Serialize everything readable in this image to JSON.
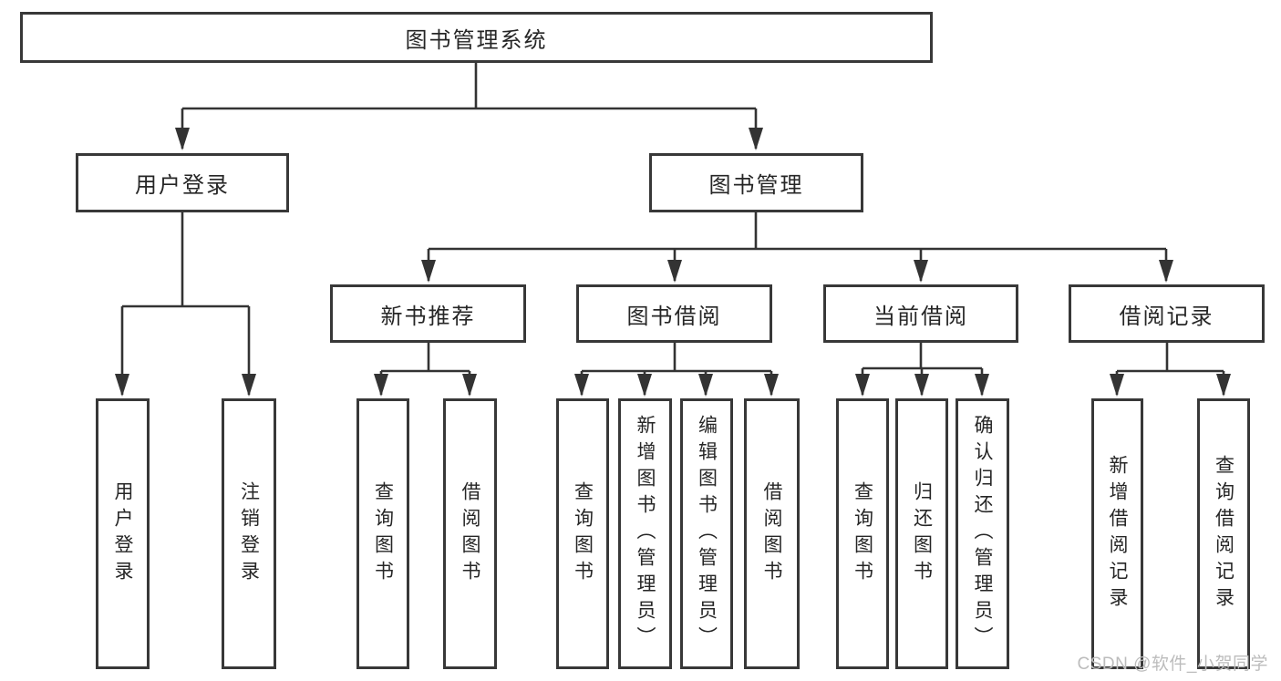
{
  "colors": {
    "line": "#333333",
    "border": "#383838",
    "text": "#262626",
    "watermark": "#bcbcbc",
    "background": "#ffffff"
  },
  "watermark": "CSDN @软件_小贺同学",
  "tree": {
    "label": "图书管理系统",
    "children": [
      {
        "label": "用户登录",
        "children": [
          {
            "label": "用户登录"
          },
          {
            "label": "注销登录"
          }
        ]
      },
      {
        "label": "图书管理",
        "children": [
          {
            "label": "新书推荐",
            "children": [
              {
                "label": "查询图书"
              },
              {
                "label": "借阅图书"
              }
            ]
          },
          {
            "label": "图书借阅",
            "children": [
              {
                "label": "查询图书"
              },
              {
                "label": "新增图书（管理员）"
              },
              {
                "label": "编辑图书（管理员）"
              },
              {
                "label": "借阅图书"
              }
            ]
          },
          {
            "label": "当前借阅",
            "children": [
              {
                "label": "查询图书"
              },
              {
                "label": "归还图书"
              },
              {
                "label": "确认归还（管理员）"
              }
            ]
          },
          {
            "label": "借阅记录",
            "children": [
              {
                "label": "新增借阅记录"
              },
              {
                "label": "查询借阅记录"
              }
            ]
          }
        ]
      }
    ]
  }
}
